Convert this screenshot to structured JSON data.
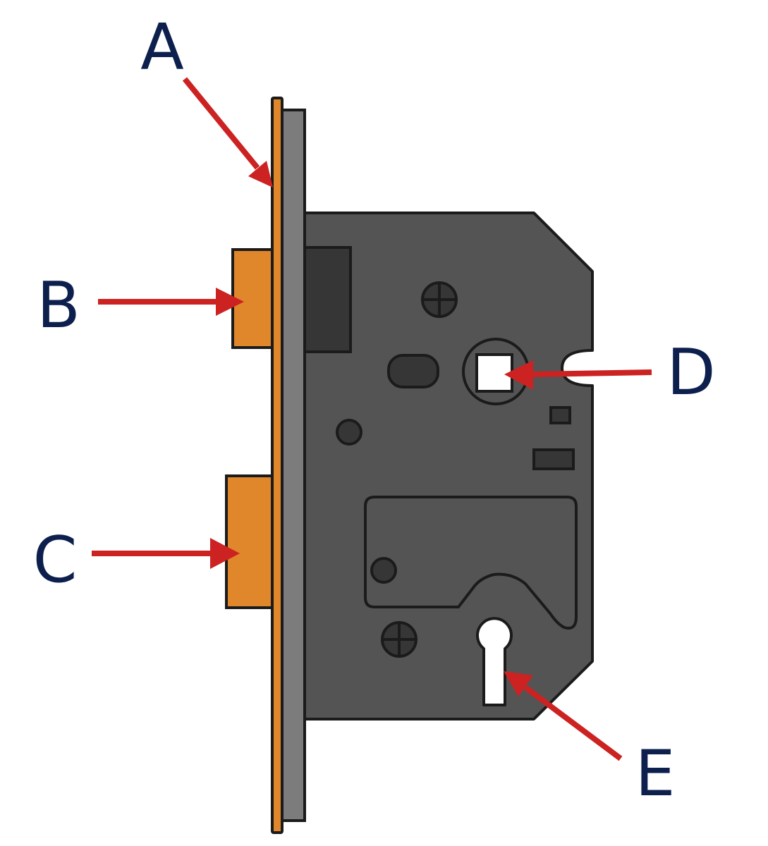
{
  "diagram": {
    "labels": {
      "a": "A",
      "b": "B",
      "c": "C",
      "d": "D",
      "e": "E"
    }
  },
  "colors": {
    "label_text": "#0d1f4d",
    "arrow": "#cc2222",
    "brass": "#e0862b",
    "lock_body": "#545454",
    "forend_steel": "#7c7c7c",
    "dark_slot": "#363636",
    "outline": "#1b1b1b",
    "keyhole": "#ffffff"
  }
}
